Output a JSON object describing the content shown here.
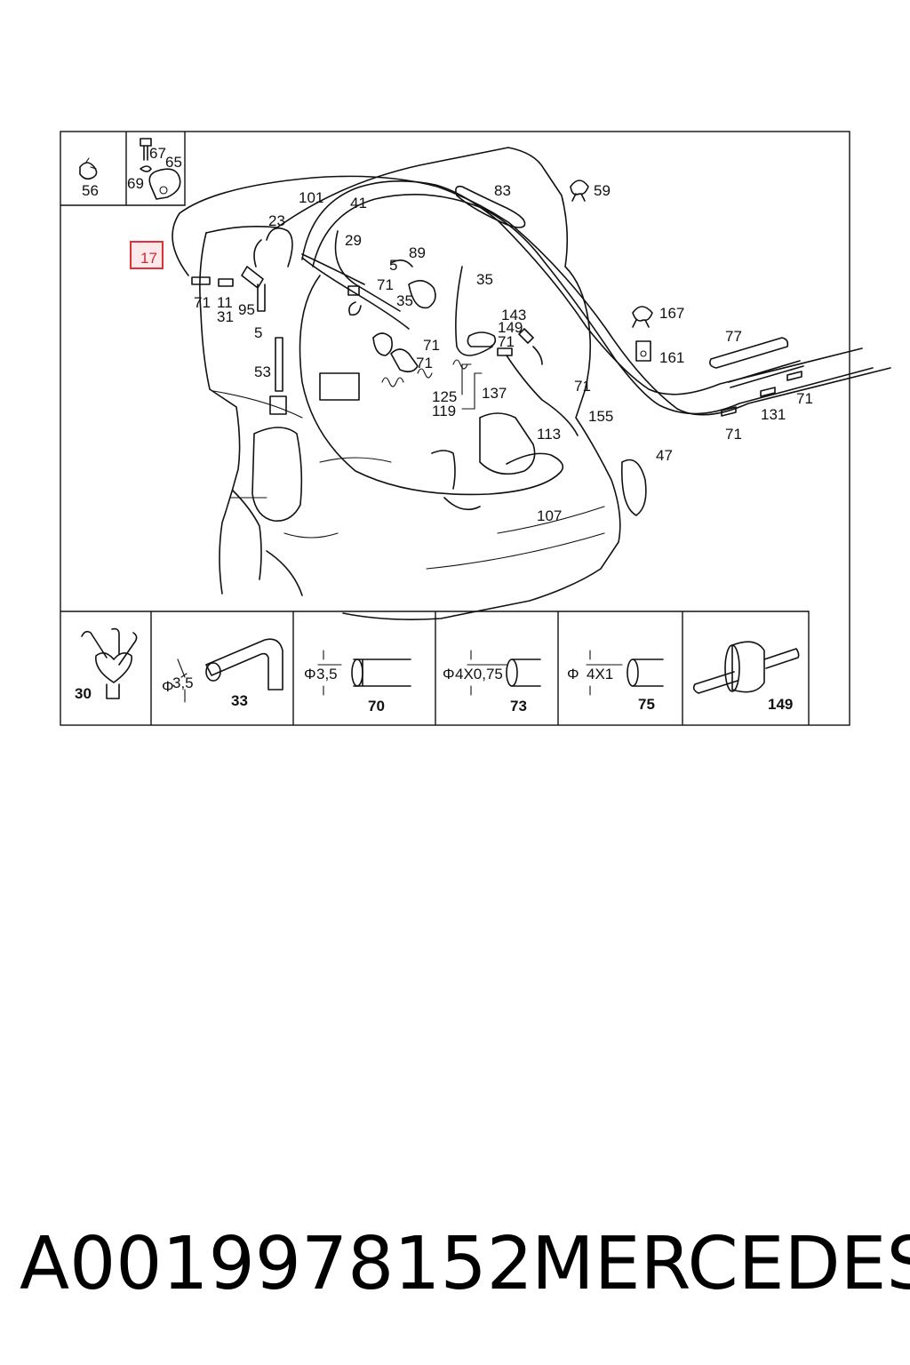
{
  "diagram": {
    "labels": {
      "l56": "56",
      "l67": "67",
      "l65": "65",
      "l69": "69",
      "l101": "101",
      "l41": "41",
      "l83": "83",
      "l59": "59",
      "l23": "23",
      "l29": "29",
      "l5a": "5",
      "l89": "89",
      "l17": "17",
      "l71a": "71",
      "l11": "11",
      "l31": "31",
      "l95": "95",
      "l35a": "35",
      "l35b": "35",
      "l71b": "71",
      "l5b": "5",
      "l143": "143",
      "l149": "149",
      "l71c": "71",
      "l167": "167",
      "l77": "77",
      "l161": "161",
      "l53": "53",
      "l71d": "71",
      "l71e": "71",
      "l125": "125",
      "l119": "119",
      "l137": "137",
      "l71f": "71",
      "l155": "155",
      "l131": "131",
      "l71g": "71",
      "l71h": "71",
      "l113": "113",
      "l47": "47",
      "l107": "107"
    },
    "parts_strip": [
      {
        "callout": "30"
      },
      {
        "callout": "33",
        "dimension": "3,5"
      },
      {
        "callout": "70",
        "dimension": "3,5"
      },
      {
        "callout": "73",
        "dimension": "4X0,75"
      },
      {
        "callout": "75",
        "dimension": "4X1"
      },
      {
        "callout": "149"
      }
    ],
    "diameter_symbol": "Φ",
    "highlight_color": "#e0303a"
  },
  "footer": {
    "part_number": "A0019978152",
    "brand": "MERCEDES"
  }
}
